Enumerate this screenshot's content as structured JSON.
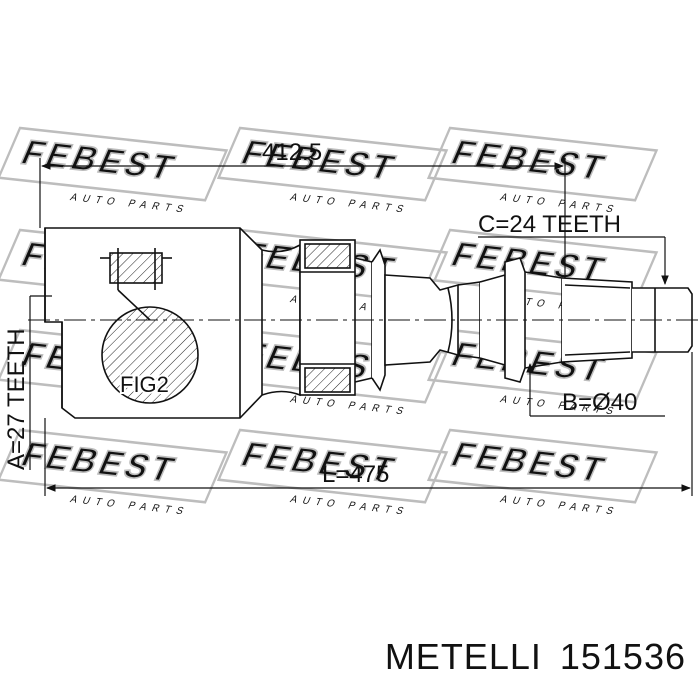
{
  "watermark": {
    "brand": "FEBEST",
    "tagline": "AUTO PARTS"
  },
  "dimensions": {
    "top_length": "412.5",
    "total_length": "L=475",
    "outer_spline": "C=24 TEETH",
    "inner_spline": "A=27 TEETH",
    "diameter": "B=Ø40"
  },
  "figure_label": "FIG2",
  "caption": {
    "brand": "METELLI",
    "part_number": "151536"
  },
  "colors": {
    "line": "#111111",
    "watermark": "#bdbdbd",
    "background": "#ffffff"
  }
}
